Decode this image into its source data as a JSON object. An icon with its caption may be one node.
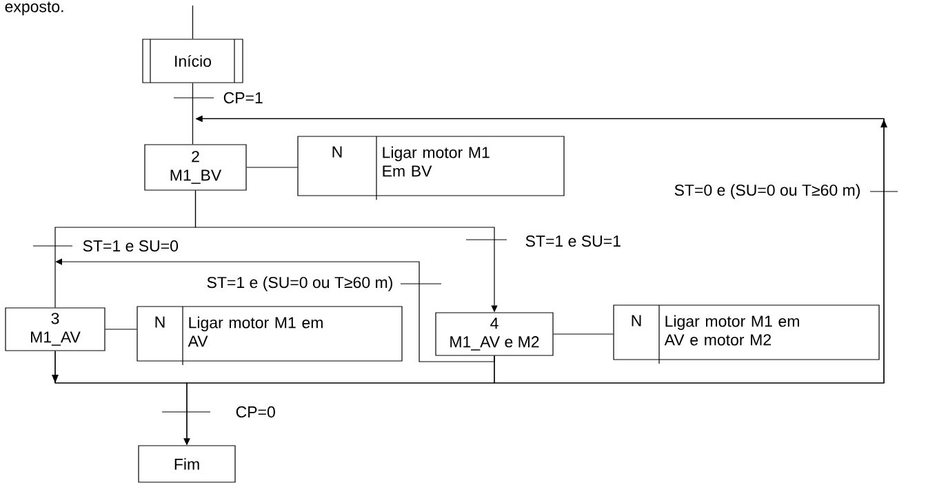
{
  "diagram": {
    "nodes": [
      {
        "text": [
          "Início"
        ]
      },
      {
        "text": [
          "2",
          "M1_BV"
        ]
      },
      {
        "text": [
          "N",
          "Ligar motor M1 Em BV"
        ]
      },
      {
        "text": [
          "3",
          "M1_AV"
        ]
      },
      {
        "text": [
          "N",
          "Ligar motor M1 em AV"
        ]
      },
      {
        "text": [
          "4",
          "M1_AV e M2"
        ]
      },
      {
        "text": [
          "N",
          "Ligar motor M1 em AV e motor M2"
        ]
      },
      {
        "text": [
          "Fim"
        ]
      }
    ],
    "edges": [
      {
        "from": null,
        "to": 0,
        "arrow": "none"
      },
      {
        "from": 0,
        "to": 1,
        "arrow": "none",
        "label": "CP=1"
      },
      {
        "from": 1,
        "to": 2,
        "arrow": "none"
      },
      {
        "from": 1,
        "to": 3,
        "arrow": "none",
        "label": "ST=1 e SU=0"
      },
      {
        "from": 1,
        "to": 5,
        "arrow": "to",
        "label": "ST=1 e SU=1"
      },
      {
        "from": 5,
        "to": 3,
        "arrow": "to",
        "label": "ST=1 e (SU=0 ou T≥60 m)"
      },
      {
        "from": 3,
        "to": 4,
        "arrow": "none"
      },
      {
        "from": 5,
        "to": 6,
        "arrow": "none"
      },
      {
        "from": 3,
        "to": 7,
        "arrow": "to",
        "label": "CP=0"
      },
      {
        "from": 5,
        "to": 7,
        "arrow": "to"
      },
      {
        "from": 3,
        "to": 1,
        "arrow": "to",
        "label": "ST=0 e (SU=0 ou T≥60 m)"
      },
      {
        "from": 5,
        "to": 1,
        "arrow": "to"
      }
    ],
    "labels": [
      "exposto."
    ]
  }
}
